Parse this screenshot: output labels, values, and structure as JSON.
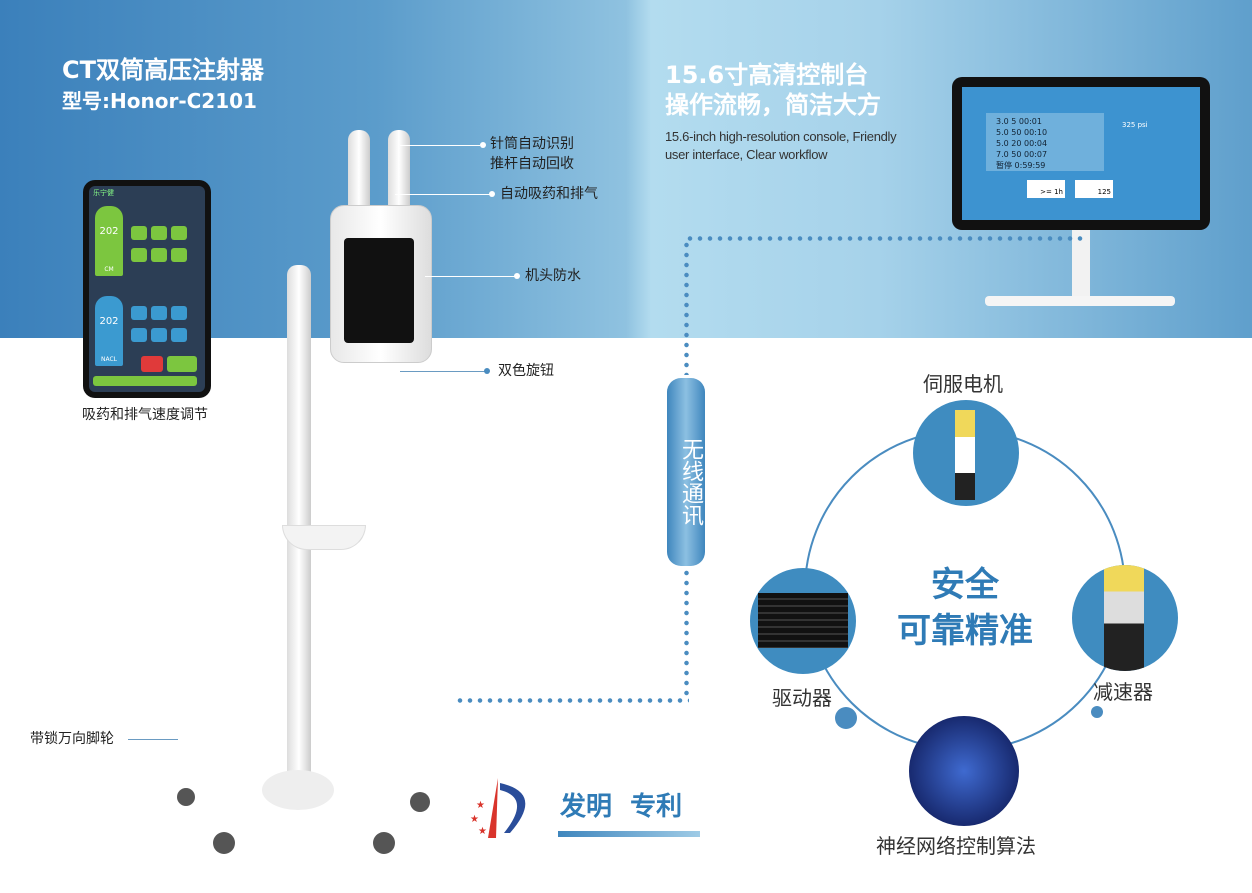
{
  "left": {
    "title": "CT双筒高压注射器",
    "model": "型号:Honor-C2101",
    "phone_caption": "吸药和排气速度调节",
    "phone_screen": {
      "brand": "乐宁健",
      "volume_a": "202",
      "volume_b": "202",
      "label_a": "CM",
      "label_b": "NACL"
    },
    "callouts": [
      "针筒自动识别",
      "推杆自动回收",
      "自动吸药和排气",
      "机头防水",
      "双色旋钮",
      "带锁万向脚轮"
    ]
  },
  "right": {
    "title_line1": "15.6寸高清控制台",
    "title_line2": "操作流畅，简洁大方",
    "subtitle_line1": "15.6-inch high-resolution console, Friendly",
    "subtitle_line2": "user interface, Clear workflow",
    "console_screen": {
      "rows": [
        [
          "3.0",
          "5",
          "00:01"
        ],
        [
          "5.0",
          "50",
          "00:10"
        ],
        [
          "5.0",
          "20",
          "00:04"
        ],
        [
          "7.0",
          "50",
          "00:07"
        ]
      ],
      "pause": "暂停 0:59:59",
      "pressure": "325 psi",
      "time": ">= 1h",
      "count": "125"
    }
  },
  "wireless": "无线通讯",
  "core": {
    "center_line1": "安全",
    "center_line2": "可靠精准",
    "nodes": [
      "伺服电机",
      "驱动器",
      "减速器",
      "神经网络控制算法"
    ]
  },
  "patent": "发明  专利",
  "colors": {
    "accent": "#2f7bb6",
    "band_left": "#3b80bb",
    "band_right": "#a6d2ea"
  }
}
